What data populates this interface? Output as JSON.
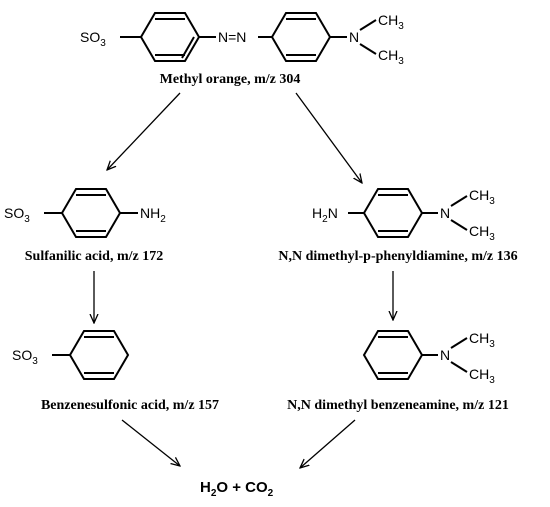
{
  "groups": {
    "so3": "SO",
    "so3_sub": "3",
    "n": "N",
    "ch3": "CH",
    "ch3_sub": "3",
    "nh2": "NH",
    "nh2_sub": "2",
    "h2n": "H",
    "h2n_sub": "2",
    "h2n_n": "N",
    "azo": "N=N"
  },
  "compounds": {
    "methyl_orange": "Methyl orange, m/z 304",
    "sulfanilic_acid": "Sulfanilic acid, m/z 172",
    "dmppd": "N,N dimethyl-p-phenyldiamine, m/z 136",
    "benzenesulfonic_acid": "Benzenesulfonic acid, m/z 157",
    "dmba": "N,N dimethyl benzeneamine, m/z 121"
  },
  "final_product": {
    "h": "H",
    "h_sub": "2",
    "rest": "O + CO",
    "co_sub": "2"
  }
}
